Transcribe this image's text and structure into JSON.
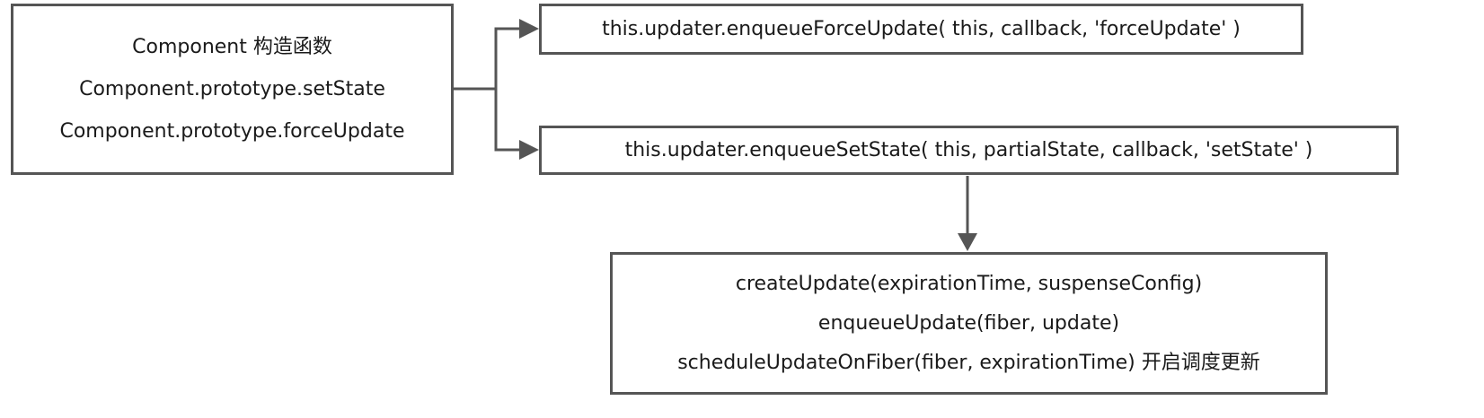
{
  "component_box": {
    "lines": [
      "Component 构造函数",
      "Component.prototype.setState",
      "Component.prototype.forceUpdate"
    ]
  },
  "force_update_box": {
    "text": "this.updater.enqueueForceUpdate( this, callback, 'forceUpdate' )"
  },
  "set_state_box": {
    "text": "this.updater.enqueueSetState( this, partialState, callback, 'setState' )"
  },
  "update_box": {
    "lines": [
      "createUpdate(expirationTime, suspenseConfig)",
      "enqueueUpdate(fiber, update)",
      "scheduleUpdateOnFiber(fiber, expirationTime) 开启调度更新"
    ]
  },
  "colors": {
    "border": "#555555",
    "text": "#1a1a1a"
  }
}
